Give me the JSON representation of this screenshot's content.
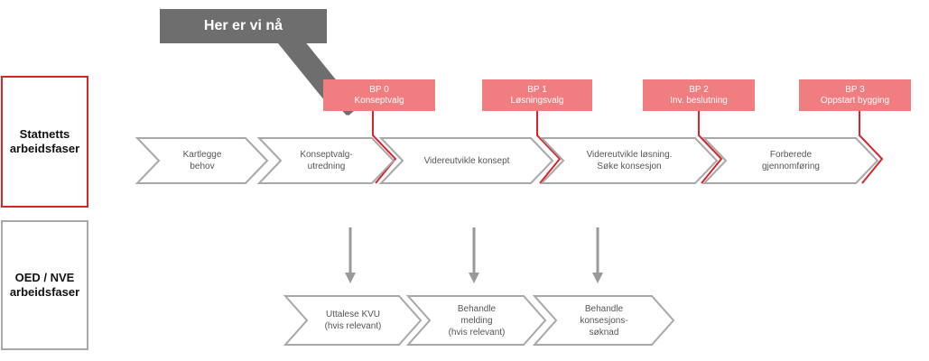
{
  "callout": {
    "text": "Her er vi nå"
  },
  "lanes": {
    "statnett": "Statnetts\narbeidsfaser",
    "oed": "OED / NVE\narbeidsfaser"
  },
  "bps": [
    {
      "code": "BP 0",
      "name": "Konseptvalg"
    },
    {
      "code": "BP 1",
      "name": "Løsningsvalg"
    },
    {
      "code": "BP 2",
      "name": "Inv. beslutning"
    },
    {
      "code": "BP 3",
      "name": "Oppstart bygging"
    }
  ],
  "statnett_phases": [
    "Kartlegge\nbehov",
    "Konseptvalg-\nutredning",
    "Videreutvikle konsept",
    "Videreutvikle løsning.\nSøke konsesjon",
    "Forberede\ngjennomføring"
  ],
  "oed_phases": [
    "Uttalese KVU\n(hvis relevant)",
    "Behandle\nmelding\n(hvis relevant)",
    "Behandle\nkonsesjons-\nsøknad"
  ],
  "colors": {
    "accent_red": "#d7262b",
    "bp_fill": "#f07d80",
    "callout_fill": "#6e6e6e",
    "chevron_stroke": "#a8a8a8",
    "arrow_grey": "#9a9a9a"
  }
}
